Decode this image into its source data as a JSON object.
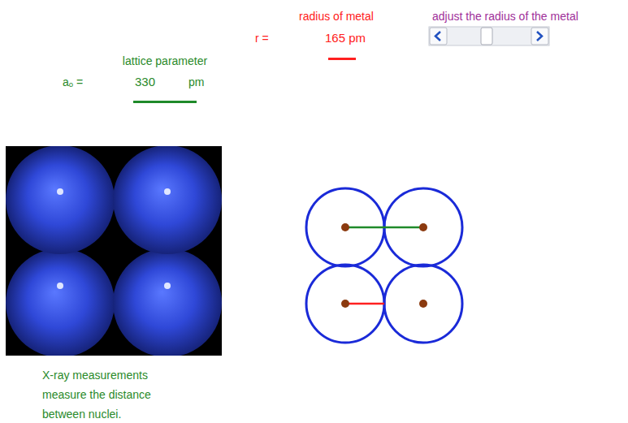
{
  "diagram": {
    "caption": "X-ray measurements measure the distance between nuclei.",
    "labels": [
      "radius of metal",
      "r =",
      "165 pm",
      "adjust the radius of the metal",
      "lattice parameter",
      "aₒ =",
      "330",
      "pm"
    ]
  }
}
